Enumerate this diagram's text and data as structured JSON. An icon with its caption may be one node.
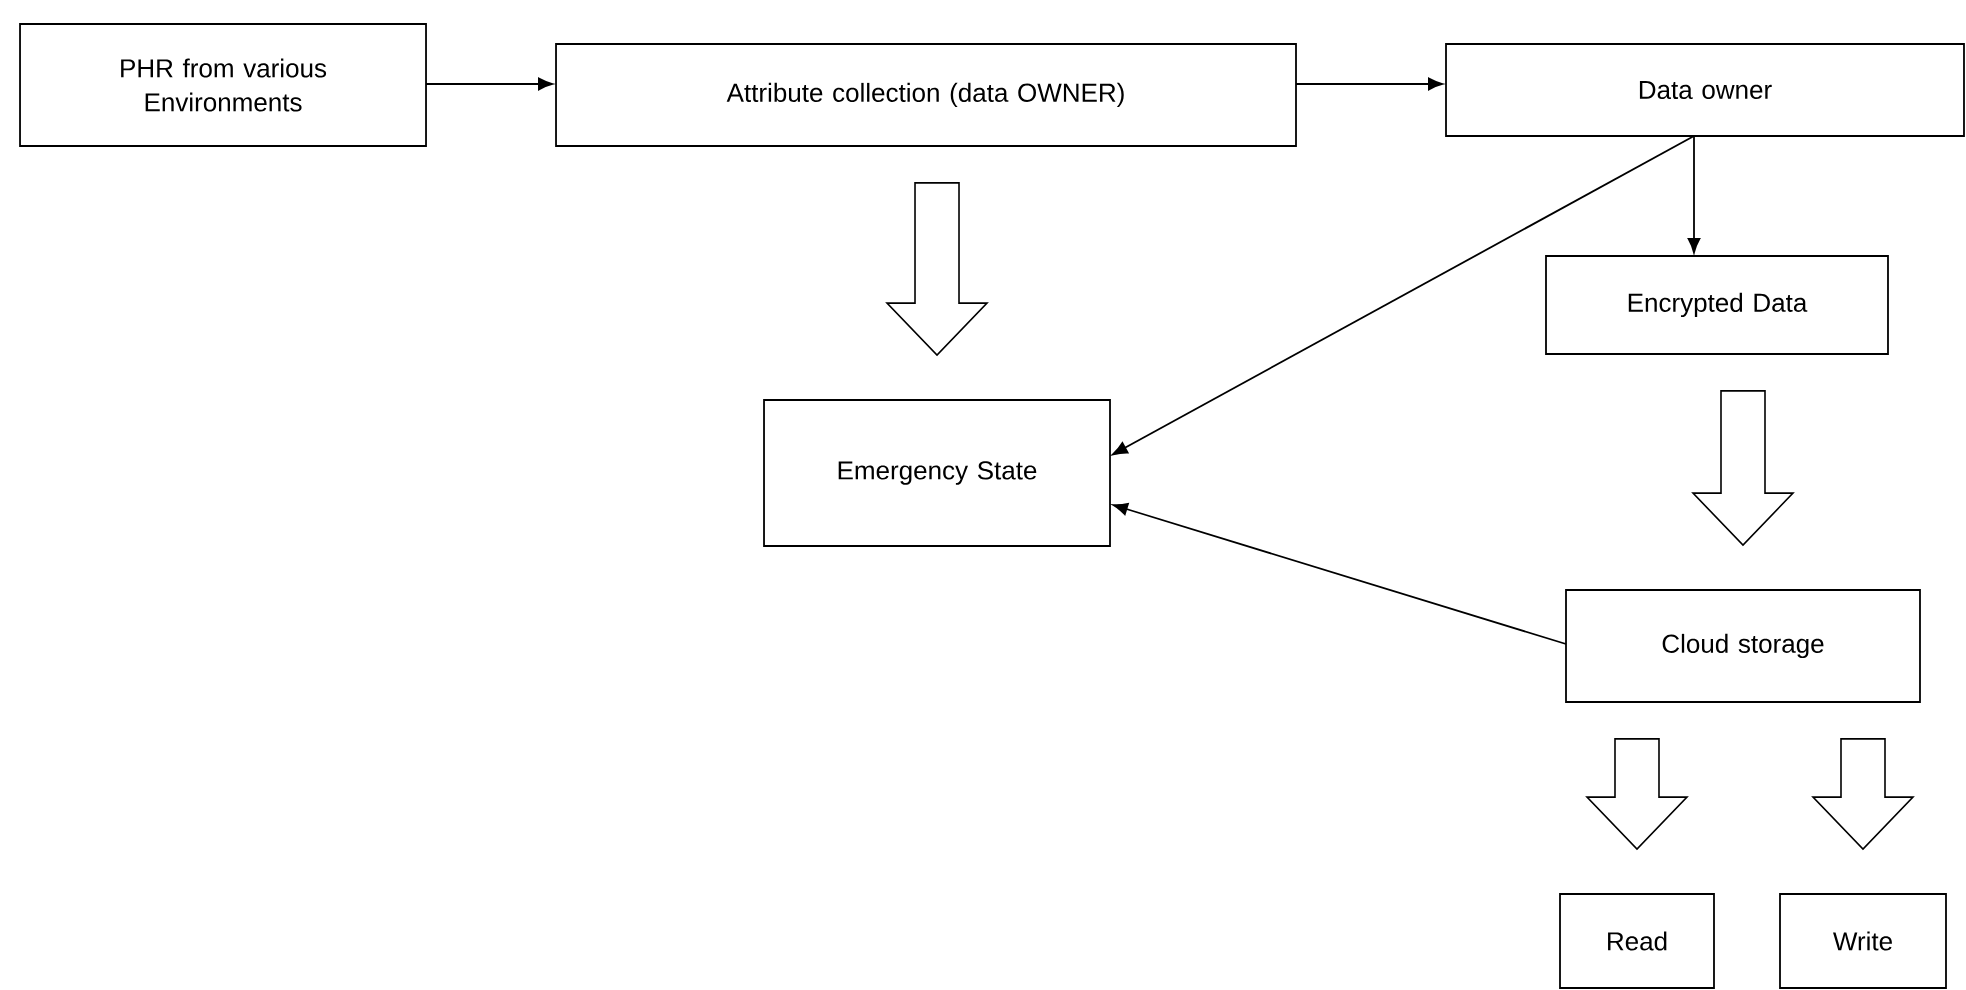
{
  "diagram": {
    "nodes": [
      {
        "text": [
          "PHR from various Environments"
        ]
      },
      {
        "text": [
          "Attribute collection (data OWNER)"
        ]
      },
      {
        "text": [
          "Data owner"
        ]
      },
      {
        "text": [
          "Encrypted Data"
        ]
      },
      {
        "text": [
          "Emergency State"
        ]
      },
      {
        "text": [
          "Cloud storage"
        ]
      },
      {
        "text": [
          "Read"
        ]
      },
      {
        "text": [
          "Write"
        ]
      }
    ],
    "edges": [
      {
        "from": 0,
        "to": 1,
        "arrow": "to"
      },
      {
        "from": 1,
        "to": 2,
        "arrow": "to"
      },
      {
        "from": 2,
        "to": 3,
        "arrow": "to"
      },
      {
        "from": 2,
        "to": 4,
        "arrow": "to"
      },
      {
        "from": 5,
        "to": 4,
        "arrow": "to"
      },
      {
        "from": 1,
        "to": 4,
        "arrow": "to",
        "style": "thick"
      },
      {
        "from": 3,
        "to": 5,
        "arrow": "to",
        "style": "thick"
      },
      {
        "from": 5,
        "to": 6,
        "arrow": "to",
        "style": "thick"
      },
      {
        "from": 5,
        "to": 7,
        "arrow": "to",
        "style": "thick"
      }
    ]
  }
}
